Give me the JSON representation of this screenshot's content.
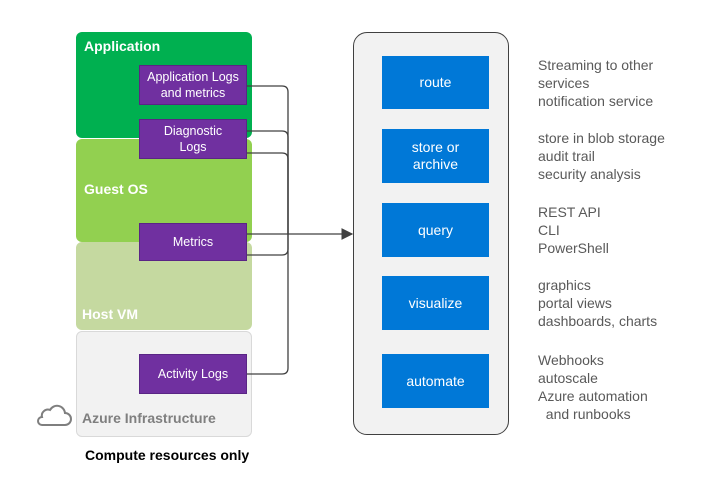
{
  "layers": {
    "application": {
      "title": "Application",
      "color": "#00b050"
    },
    "guest_os": {
      "title": "Guest OS",
      "color": "#92d050"
    },
    "host_vm": {
      "title": "Host VM",
      "color": "#c5d9a0"
    },
    "azure_infrastructure": {
      "title": "Azure Infrastructure",
      "color": "#f2f2f2"
    }
  },
  "sources": {
    "application_logs": "Application Logs\nand metrics",
    "diagnostic_logs": "Diagnostic\nLogs",
    "metrics": "Metrics",
    "activity_logs": "Activity Logs"
  },
  "destinations": [
    {
      "label": "route",
      "description": "Streaming to other\nservices\nnotification service"
    },
    {
      "label": "store or\narchive",
      "description": "store in blob storage\naudit trail\nsecurity analysis"
    },
    {
      "label": "query",
      "description": "REST API\nCLI\nPowerShell"
    },
    {
      "label": "visualize",
      "description": "graphics\nportal views\ndashboards, charts"
    },
    {
      "label": "automate",
      "description": "Webhooks\nautoscale\nAzure automation\n  and runbooks"
    }
  ],
  "footer": "Compute resources only",
  "colors": {
    "purple": "#7030a0",
    "blue": "#0078d7",
    "panel": "#f2f2f2",
    "wire": "#404040"
  },
  "icons": {
    "cloud": "cloud-icon"
  }
}
